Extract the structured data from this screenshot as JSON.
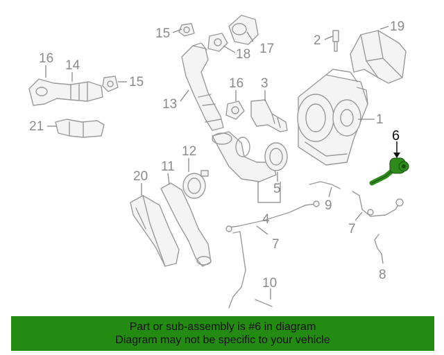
{
  "callouts": {
    "c1": "1",
    "c2": "2",
    "c3": "3",
    "c4": "4",
    "c5": "5",
    "c6": "6",
    "c7a": "7",
    "c7b": "7",
    "c8": "8",
    "c9": "9",
    "c10": "10",
    "c11": "11",
    "c12": "12",
    "c13": "13",
    "c14": "14",
    "c15a": "15",
    "c15b": "15",
    "c16a": "16",
    "c16b": "16",
    "c17": "17",
    "c18": "18",
    "c19": "19",
    "c20": "20",
    "c21": "21"
  },
  "banner": {
    "line1": "Part or sub-assembly is #6 in diagram",
    "line2": "Diagram may not be specific to your vehicle"
  },
  "colors": {
    "highlight_part": "#2f8a1c",
    "banner_bg": "#238a12",
    "line_art": "#9a9a9a"
  }
}
